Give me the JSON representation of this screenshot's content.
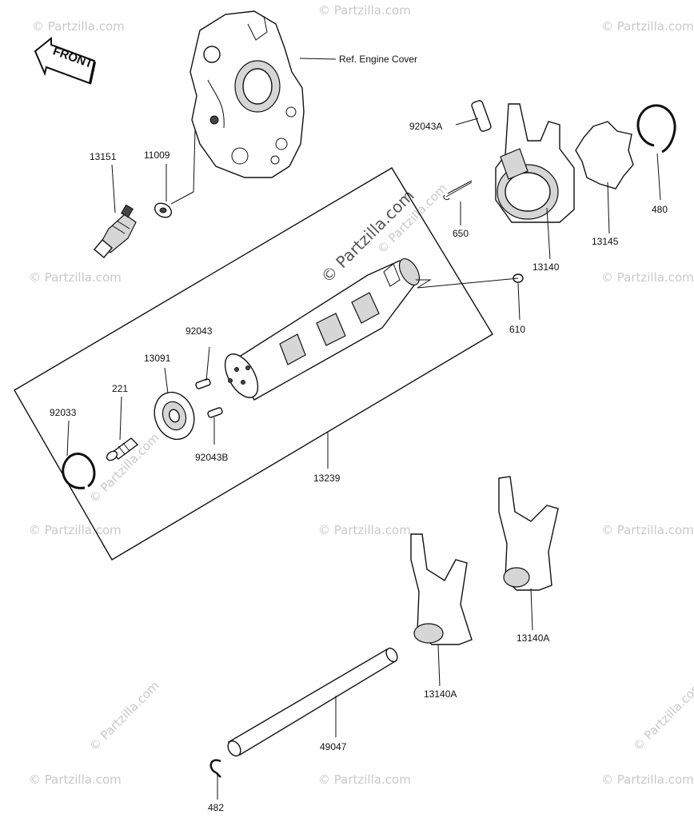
{
  "watermark": "© Partzilla.com",
  "front_label": "FRONT",
  "callouts": {
    "ref_engine_cover": "Ref. Engine Cover",
    "p92043A": "92043A",
    "p11009": "11009",
    "p13151": "13151",
    "p650": "650",
    "p13140": "13140",
    "p13145": "13145",
    "p480": "480",
    "p610": "610",
    "p92043": "92043",
    "p13091": "13091",
    "p221": "221",
    "p92033": "92033",
    "p92043B": "92043B",
    "p13239": "13239",
    "p13140A_a": "13140A",
    "p13140A_b": "13140A",
    "p49047": "49047",
    "p482": "482"
  }
}
